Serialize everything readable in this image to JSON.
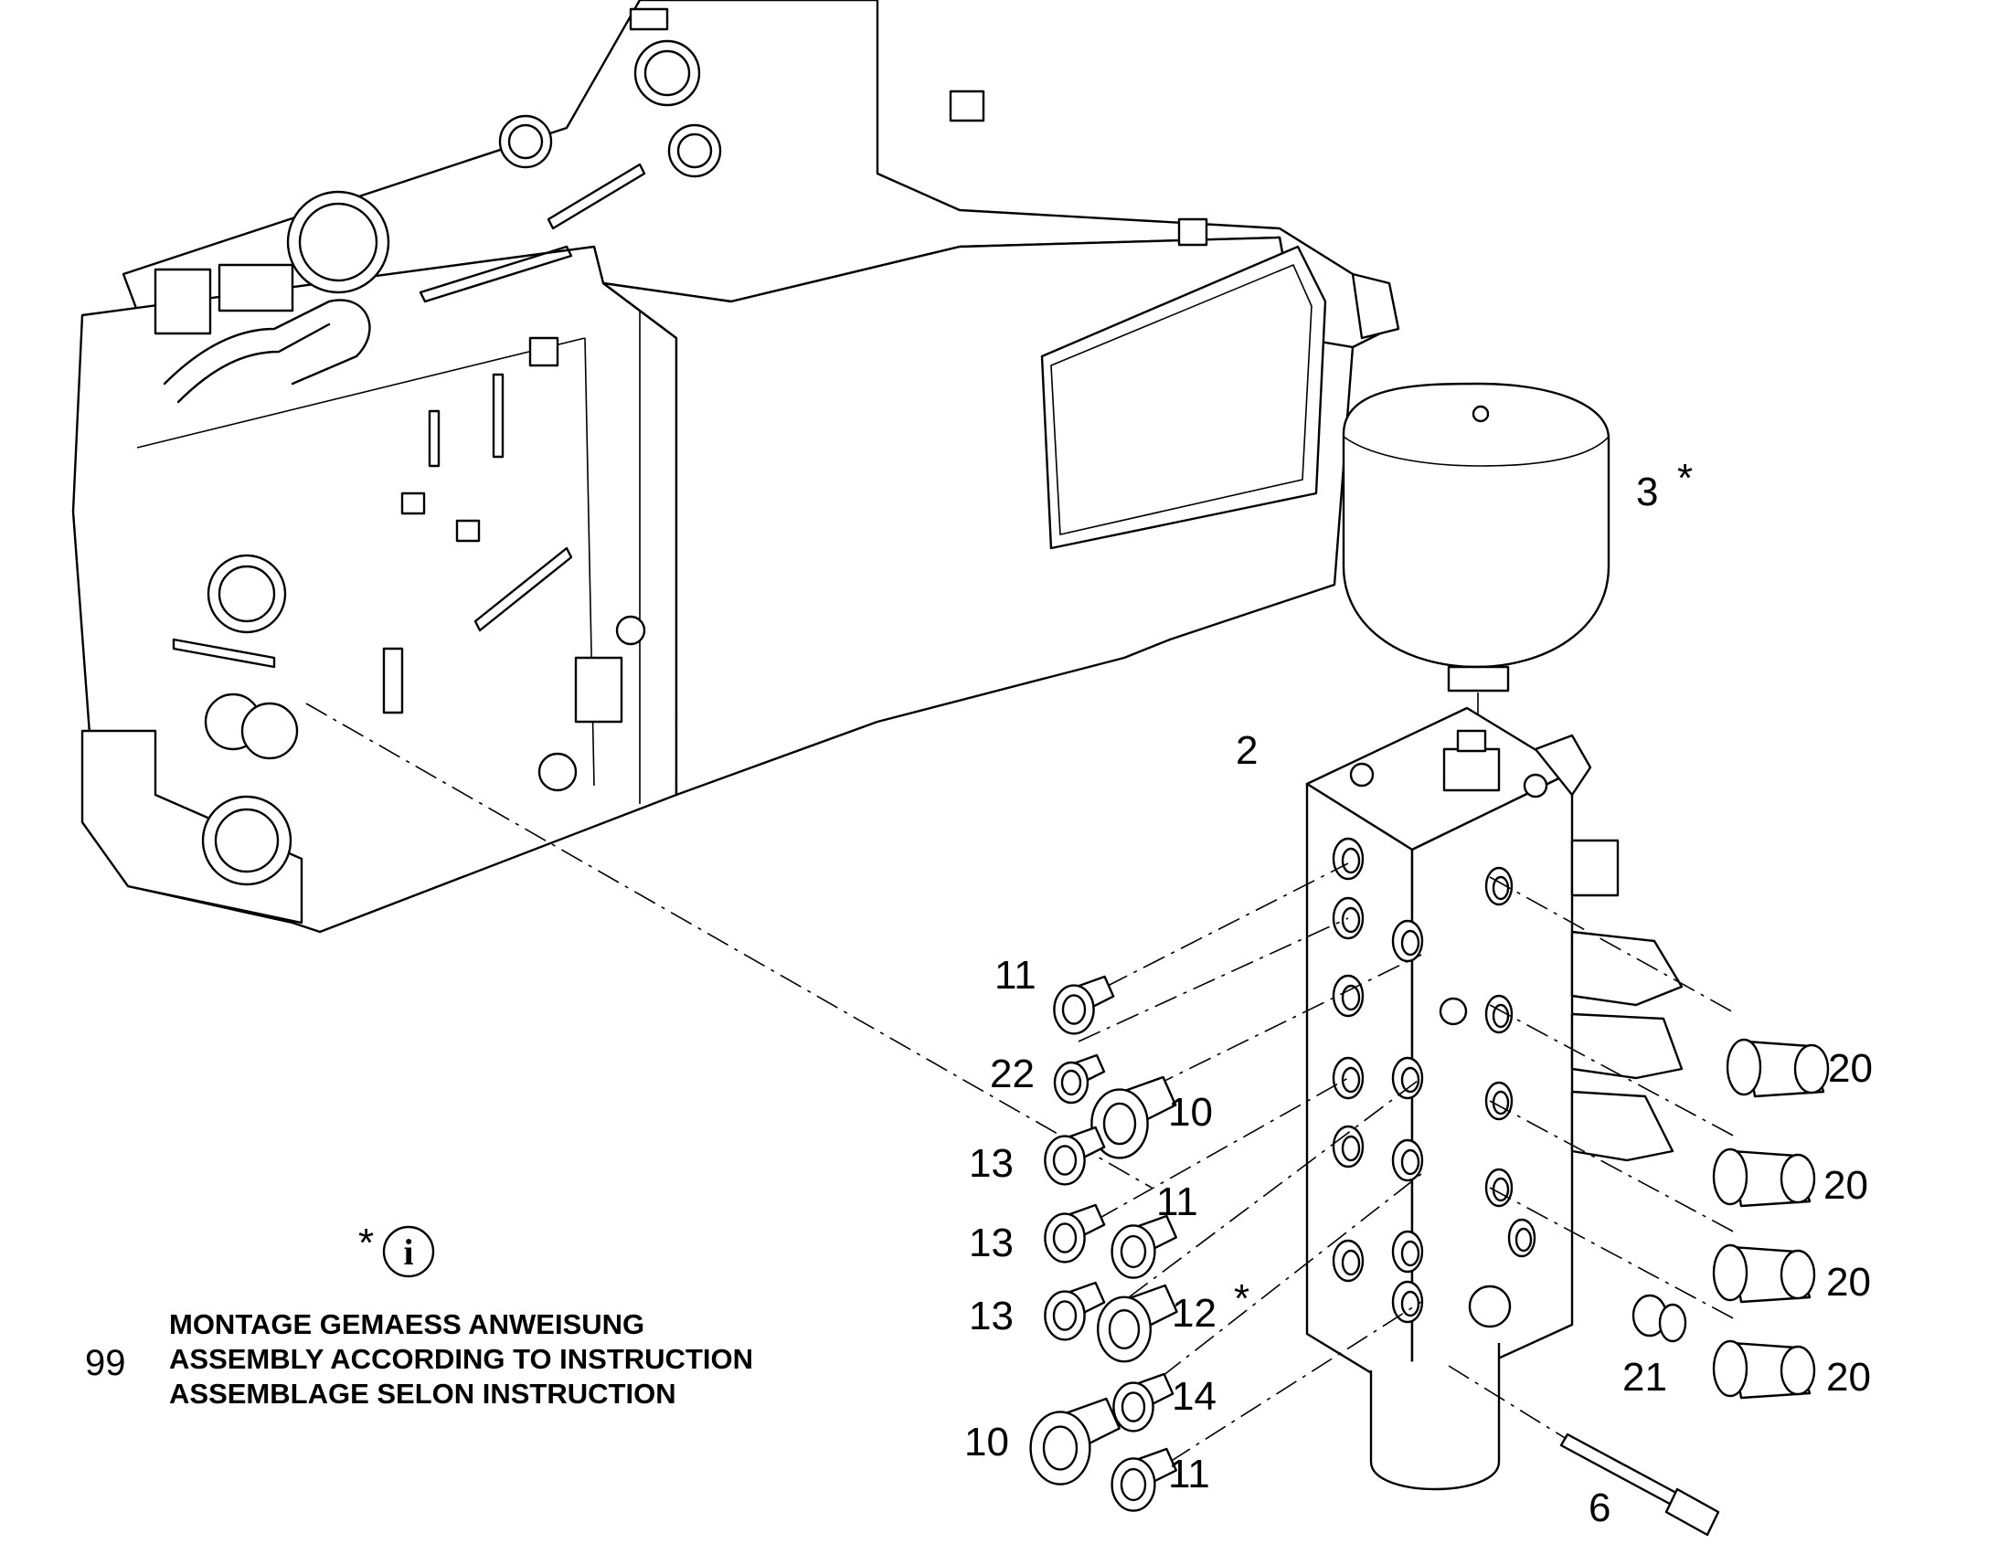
{
  "callouts": {
    "c2": "2",
    "c3": "3",
    "c3_star": "*",
    "c6": "6",
    "c10a": "10",
    "c10b": "10",
    "c11a": "11",
    "c11b": "11",
    "c11c": "11",
    "c12": "12",
    "c12_star": "*",
    "c13a": "13",
    "c13b": "13",
    "c13c": "13",
    "c14": "14",
    "c20a": "20",
    "c20b": "20",
    "c20c": "20",
    "c20d": "20",
    "c21": "21",
    "c22": "22"
  },
  "note": {
    "star": "*",
    "info_glyph": "i",
    "number": "99",
    "line_de": "MONTAGE GEMAESS ANWEISUNG",
    "line_en": "ASSEMBLY ACCORDING TO INSTRUCTION",
    "line_fr": "ASSEMBLAGE SELON INSTRUCTION"
  }
}
